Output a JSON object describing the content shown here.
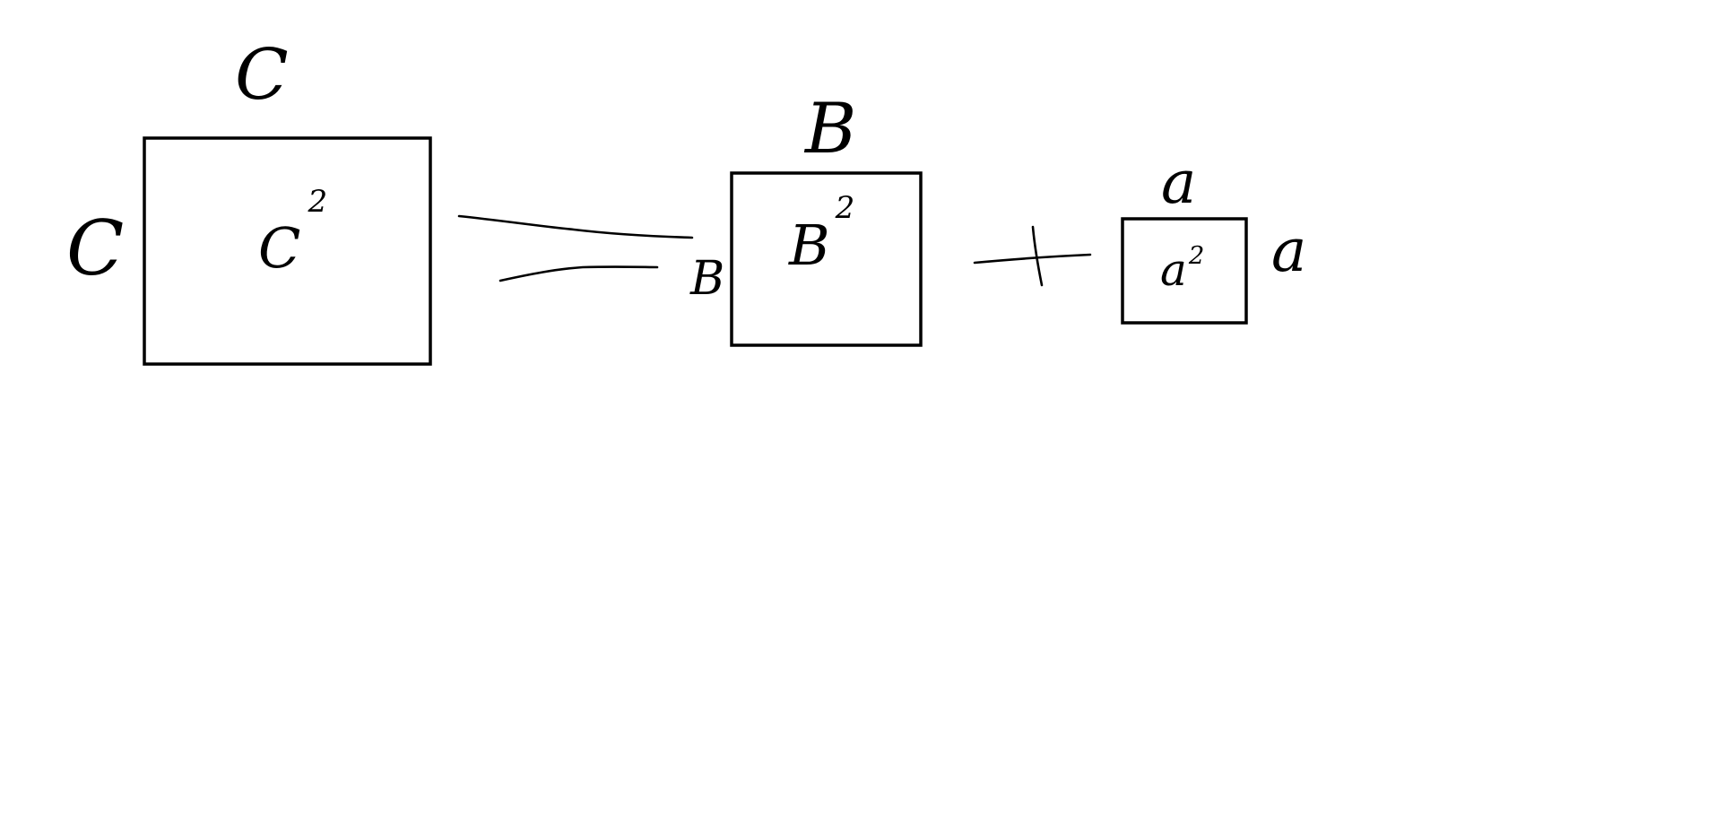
{
  "diagram": {
    "squares": [
      {
        "id": "c",
        "top_label": "C",
        "side_label": "C",
        "area_base": "C",
        "area_exponent": "2"
      },
      {
        "id": "b",
        "top_label": "B",
        "side_label": "B",
        "area_base": "B",
        "area_exponent": "2"
      },
      {
        "id": "a",
        "top_label": "a",
        "side_label": "a",
        "area_base": "a",
        "area_exponent": "2"
      }
    ]
  }
}
